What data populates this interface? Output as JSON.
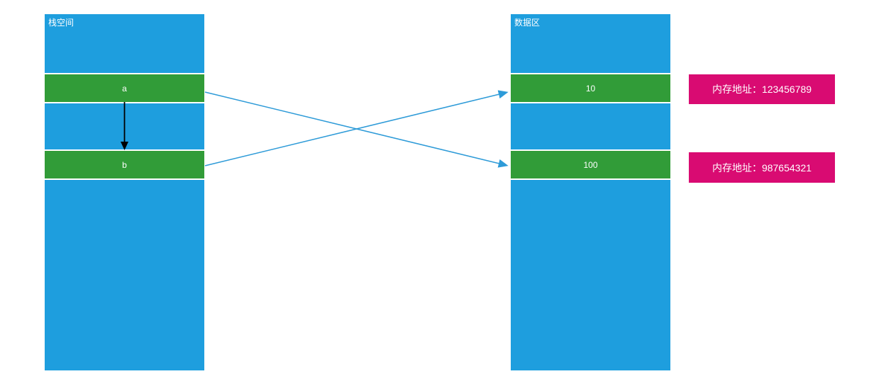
{
  "colors": {
    "segment_blue": "#1E9EDE",
    "segment_green": "#319C38",
    "address_pink": "#D90B72",
    "arrow_blue": "#2E9BD8",
    "arrow_black": "#000000",
    "canvas_bg": "#FFFFFF",
    "label_text": "#FFFFFF"
  },
  "stack_column": {
    "title": "栈空间",
    "cells": [
      {
        "label": "a"
      },
      {
        "label": "b"
      }
    ]
  },
  "data_column": {
    "title": "数据区",
    "cells": [
      {
        "label": "10"
      },
      {
        "label": "100"
      }
    ]
  },
  "address_labels": [
    {
      "text": "内存地址：123456789"
    },
    {
      "text": "内存地址：987654321"
    }
  ],
  "arrows": [
    {
      "name": "pointer-a-to-b",
      "from": "a",
      "to": "b",
      "color": "black",
      "style": "vertical"
    },
    {
      "name": "reference-a-to-100",
      "from": "a",
      "to": "100",
      "color": "blue",
      "style": "cross"
    },
    {
      "name": "reference-b-to-10",
      "from": "b",
      "to": "10",
      "color": "blue",
      "style": "cross"
    }
  ]
}
